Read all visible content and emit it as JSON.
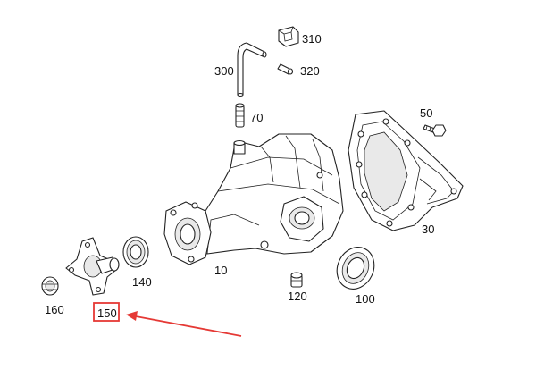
{
  "labels": {
    "p310": "310",
    "p300": "300",
    "p320": "320",
    "p70": "70",
    "p50": "50",
    "p30": "30",
    "p10": "10",
    "p140": "140",
    "p160": "160",
    "p150": "150",
    "p120": "120",
    "p100": "100"
  },
  "highlight": {
    "part": "150",
    "box_color": "#e53935",
    "arrow_color": "#e53935"
  }
}
